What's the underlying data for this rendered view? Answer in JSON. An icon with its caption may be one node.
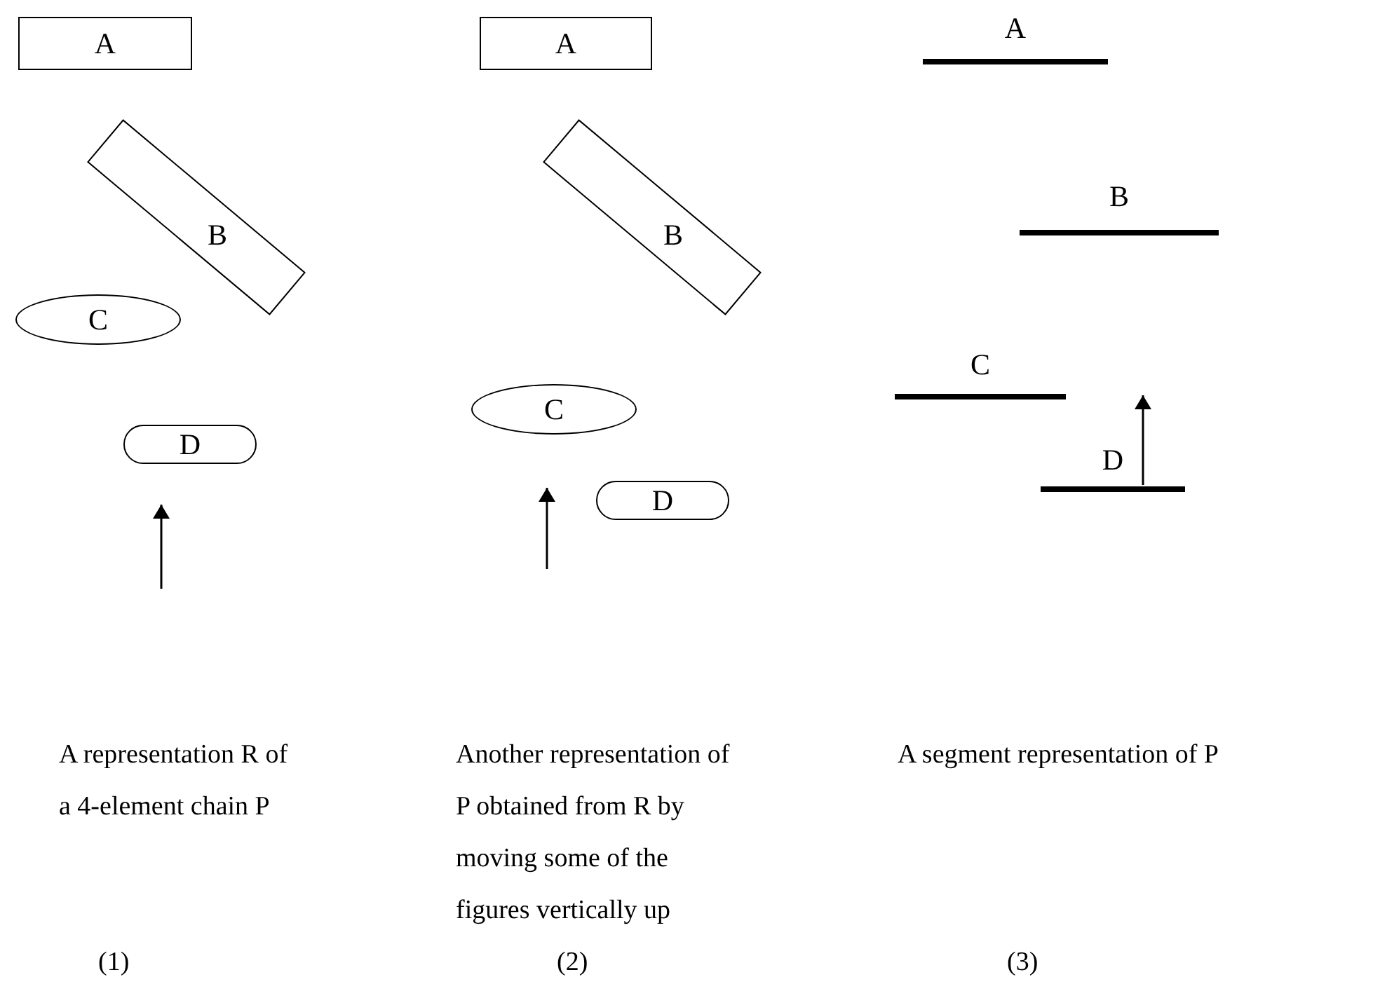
{
  "diagram": {
    "nodes": [
      {
        "text": [
          "A"
        ]
      },
      {
        "text": [
          "B"
        ]
      },
      {
        "text": [
          "C"
        ]
      },
      {
        "text": [
          "D"
        ]
      },
      {
        "text": [
          "A"
        ]
      },
      {
        "text": [
          "B"
        ]
      },
      {
        "text": [
          "C"
        ]
      },
      {
        "text": [
          "D"
        ]
      },
      {
        "text": [
          "A"
        ]
      },
      {
        "text": [
          "B"
        ]
      },
      {
        "text": [
          "C"
        ]
      },
      {
        "text": [
          "D"
        ]
      }
    ],
    "labels": [
      "A representation R of a 4-element chain P",
      "Another representation of P obtained from R by moving some of the figures vertically up",
      "A segment representation of P",
      "(1)",
      "(2)",
      "(3)"
    ]
  }
}
